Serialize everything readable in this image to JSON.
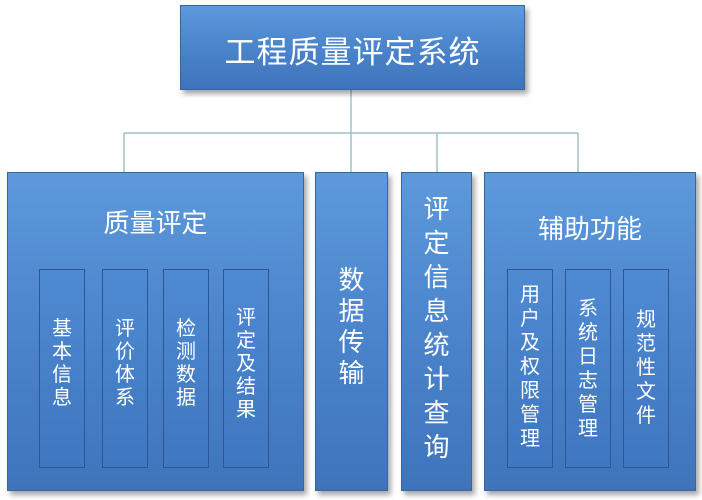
{
  "root": {
    "title": "工程质量评定系统"
  },
  "modules": [
    {
      "title": "质量评定",
      "children": [
        "基本信息",
        "评价体系",
        "检测数据",
        "评定及结果"
      ]
    },
    {
      "title": "数据传输"
    },
    {
      "title": "评定信息统计查询"
    },
    {
      "title": "辅助功能",
      "children": [
        "用户及权限管理",
        "系统日志管理",
        "规范性文件"
      ]
    }
  ],
  "colors": {
    "box_top": "#5d99dc",
    "box_bottom": "#3f74bb",
    "connector": "#9cc3c7",
    "text": "#ffffff"
  }
}
